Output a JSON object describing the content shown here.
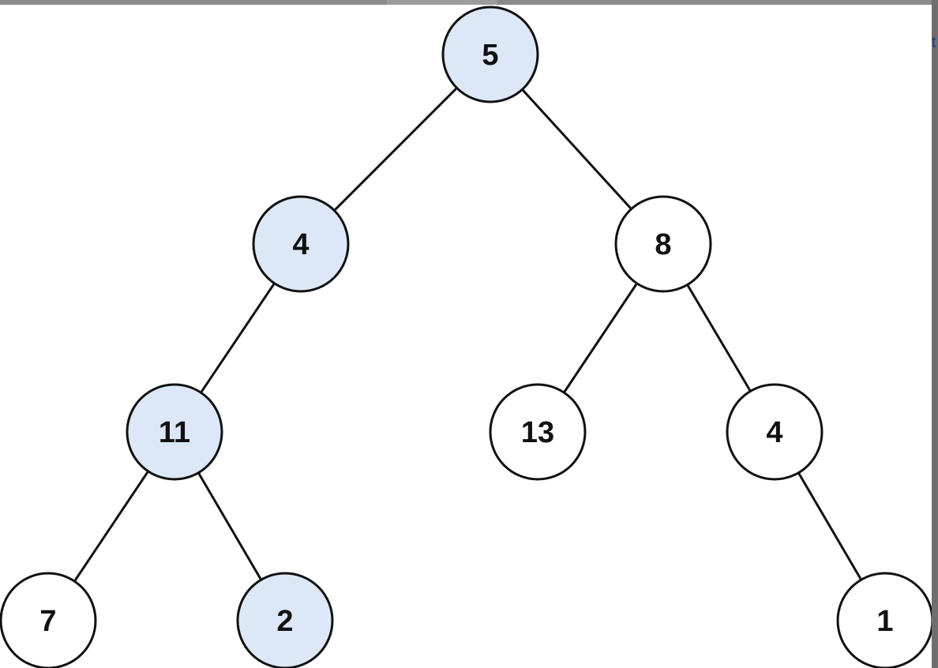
{
  "diagram": {
    "type": "binary-tree",
    "colors": {
      "highlight_fill": "#dce7f7",
      "normal_fill": "#ffffff",
      "stroke": "#111111"
    },
    "nodes": [
      {
        "id": "n5",
        "label": "5",
        "highlighted": true
      },
      {
        "id": "n4",
        "label": "4",
        "highlighted": true
      },
      {
        "id": "n8",
        "label": "8",
        "highlighted": false
      },
      {
        "id": "n11",
        "label": "11",
        "highlighted": true
      },
      {
        "id": "n13",
        "label": "13",
        "highlighted": false
      },
      {
        "id": "n4b",
        "label": "4",
        "highlighted": false
      },
      {
        "id": "n7",
        "label": "7",
        "highlighted": false
      },
      {
        "id": "n2",
        "label": "2",
        "highlighted": true
      },
      {
        "id": "n1",
        "label": "1",
        "highlighted": false
      }
    ],
    "edges": [
      {
        "from": "n5",
        "to": "n4"
      },
      {
        "from": "n5",
        "to": "n8"
      },
      {
        "from": "n4",
        "to": "n11"
      },
      {
        "from": "n8",
        "to": "n13"
      },
      {
        "from": "n8",
        "to": "n4b"
      },
      {
        "from": "n11",
        "to": "n7"
      },
      {
        "from": "n11",
        "to": "n2"
      },
      {
        "from": "n4b",
        "to": "n1"
      }
    ]
  },
  "edge_glyph": "t"
}
